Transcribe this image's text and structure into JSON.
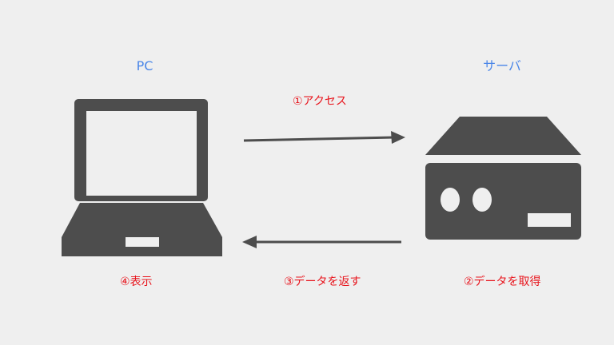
{
  "nodes": {
    "pc": {
      "label": "PC"
    },
    "server": {
      "label": "サーバ"
    }
  },
  "steps": {
    "access": "①アクセス",
    "fetch": "②データを取得",
    "return": "③データを返す",
    "display": "④表示"
  },
  "colors": {
    "background": "#efefef",
    "icon": "#4d4d4d",
    "node_label": "#4a86e8",
    "step_label": "#e8141c"
  },
  "icons": {
    "pc": "laptop-icon",
    "server": "server-icon"
  }
}
